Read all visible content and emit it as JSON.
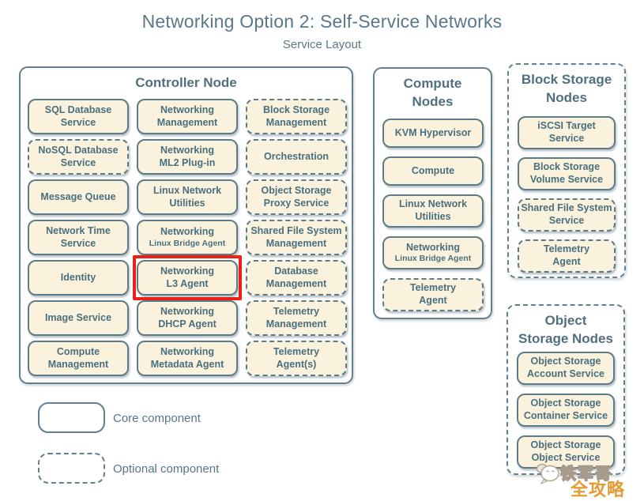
{
  "title": "Networking Option 2: Self-Service Networks",
  "subtitle": "Service Layout",
  "colors": {
    "accent_border": "#64808e",
    "box_fill": "#faf2dc",
    "box_border": "#5e7b89",
    "text": "#4a6f7e",
    "highlight_red": "#ec2115",
    "watermark_orange": "#e59a35"
  },
  "containers": [
    {
      "id": "controller",
      "title_lines": [
        "Controller Node"
      ],
      "border": "solid",
      "services": [
        {
          "lines": [
            "SQL Database",
            "Service"
          ],
          "optional": false
        },
        {
          "lines": [
            "Networking",
            "Management"
          ],
          "optional": false
        },
        {
          "lines": [
            "Block Storage",
            "Management"
          ],
          "optional": true
        },
        {
          "lines": [
            "NoSQL Database",
            "Service"
          ],
          "optional": true
        },
        {
          "lines": [
            "Networking",
            "ML2 Plug-in"
          ],
          "optional": false
        },
        {
          "lines": [
            "Orchestration"
          ],
          "optional": true
        },
        {
          "lines": [
            "Message Queue"
          ],
          "optional": false
        },
        {
          "lines": [
            "Linux Network",
            "Utilities"
          ],
          "optional": false
        },
        {
          "lines": [
            "Object Storage",
            "Proxy Service"
          ],
          "optional": true
        },
        {
          "lines": [
            "Network Time",
            "Service"
          ],
          "optional": false
        },
        {
          "lines": [
            "Networking",
            "Linux Bridge Agent"
          ],
          "optional": false,
          "small_second": true
        },
        {
          "lines": [
            "Shared File System",
            "Management"
          ],
          "optional": true
        },
        {
          "lines": [
            "Identity"
          ],
          "optional": false
        },
        {
          "lines": [
            "Networking",
            "L3 Agent"
          ],
          "optional": false,
          "highlight": true
        },
        {
          "lines": [
            "Database",
            "Management"
          ],
          "optional": true
        },
        {
          "lines": [
            "Image Service"
          ],
          "optional": false
        },
        {
          "lines": [
            "Networking",
            "DHCP Agent"
          ],
          "optional": false
        },
        {
          "lines": [
            "Telemetry",
            "Management"
          ],
          "optional": true
        },
        {
          "lines": [
            "Compute",
            "Management"
          ],
          "optional": false
        },
        {
          "lines": [
            "Networking",
            "Metadata Agent"
          ],
          "optional": false
        },
        {
          "lines": [
            "Telemetry",
            "Agent(s)"
          ],
          "optional": true
        }
      ]
    },
    {
      "id": "compute",
      "title_lines": [
        "Compute",
        "Nodes"
      ],
      "border": "solid",
      "services": [
        {
          "lines": [
            "KVM Hypervisor"
          ],
          "optional": false
        },
        {
          "lines": [
            "Compute"
          ],
          "optional": false
        },
        {
          "lines": [
            "Linux Network",
            "Utilities"
          ],
          "optional": false
        },
        {
          "lines": [
            "Networking",
            "Linux Bridge Agent"
          ],
          "optional": false,
          "small_second": true
        },
        {
          "lines": [
            "Telemetry",
            "Agent"
          ],
          "optional": true
        }
      ]
    },
    {
      "id": "blockstorage",
      "title_lines": [
        "Block Storage",
        "Nodes"
      ],
      "border": "dashed",
      "services": [
        {
          "lines": [
            "iSCSI Target",
            "Service"
          ],
          "optional": false
        },
        {
          "lines": [
            "Block Storage",
            "Volume Service"
          ],
          "optional": false
        },
        {
          "lines": [
            "Shared File System",
            "Service"
          ],
          "optional": true
        },
        {
          "lines": [
            "Telemetry",
            "Agent"
          ],
          "optional": true
        }
      ]
    },
    {
      "id": "objectstorage",
      "title_lines": [
        "Object",
        "Storage Nodes"
      ],
      "border": "dashed",
      "services": [
        {
          "lines": [
            "Object Storage",
            "Account Service"
          ],
          "optional": false
        },
        {
          "lines": [
            "Object Storage",
            "Container Service"
          ],
          "optional": false
        },
        {
          "lines": [
            "Object Storage",
            "Object Service"
          ],
          "optional": false
        }
      ]
    }
  ],
  "legend": [
    {
      "swatch": "solid",
      "label": "Core component"
    },
    {
      "swatch": "dashed",
      "label": "Optional component"
    }
  ],
  "watermark": {
    "outline_text": "铁军哥",
    "solid_text": "全攻略"
  }
}
